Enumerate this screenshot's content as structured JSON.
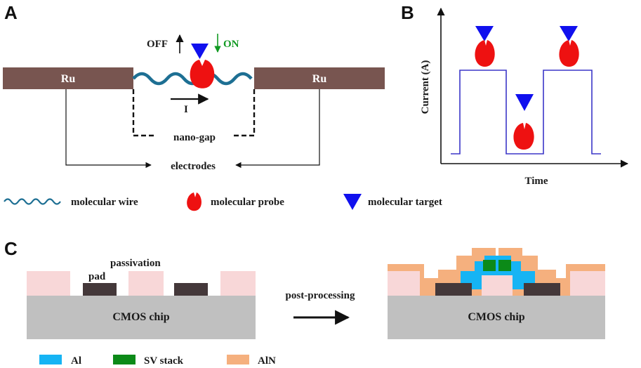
{
  "panels": {
    "a": "A",
    "b": "B",
    "c": "C"
  },
  "panel_a": {
    "electrode_left": "Ru",
    "electrode_right": "Ru",
    "off": "OFF",
    "on": "ON",
    "current": "I",
    "gap": "nano-gap",
    "electrodes": "electrodes"
  },
  "panel_b": {
    "ylabel": "Current (A)",
    "xlabel": "Time"
  },
  "legend_top": {
    "wire": "molecular wire",
    "probe": "molecular probe",
    "target": "molecular target"
  },
  "panel_c": {
    "pad": "pad",
    "passivation": "passivation",
    "chip_left": "CMOS chip",
    "chip_right": "CMOS chip",
    "process": "post-processing"
  },
  "legend_bottom": {
    "al": "Al",
    "sv": "SV stack",
    "aln": "AlN"
  },
  "colors": {
    "electrode": "#785550",
    "wire": "#1d6f93",
    "probe": "#ee1111",
    "target": "#1010ee",
    "on": "#119a22",
    "trace": "#3b36c8",
    "chip": "#c0c0c0",
    "passivation": "#f8d7d8",
    "pad": "#44383a",
    "al": "#16b4f4",
    "sv": "#0c8a18",
    "aln": "#f5b07e"
  }
}
